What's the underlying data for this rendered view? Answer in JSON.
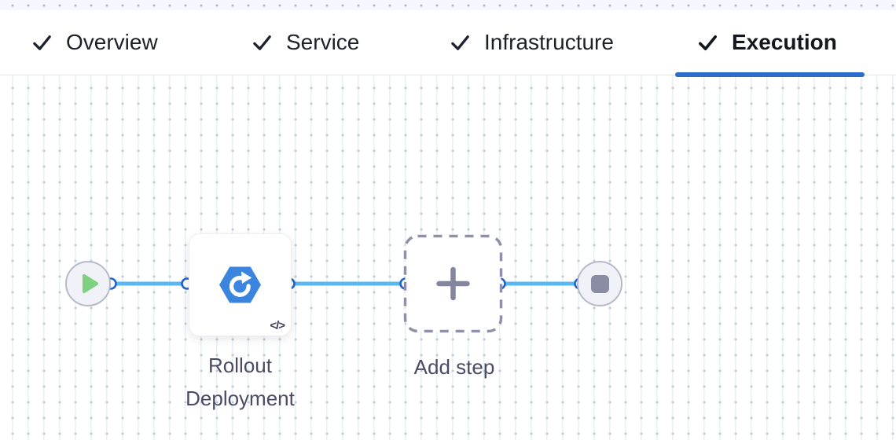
{
  "tabs": {
    "items": [
      {
        "label": "Overview",
        "completed": true,
        "active": false
      },
      {
        "label": "Service",
        "completed": true,
        "active": false
      },
      {
        "label": "Infrastructure",
        "completed": true,
        "active": false
      },
      {
        "label": "Execution",
        "completed": true,
        "active": true
      }
    ]
  },
  "pipeline": {
    "start_node": {
      "icon": "play-icon"
    },
    "steps": [
      {
        "label": "Rollout Deployment",
        "icon": "k8s-rollout-icon",
        "code_badge": "</>"
      }
    ],
    "add_step": {
      "label": "Add step",
      "icon": "plus-icon"
    },
    "end_node": {
      "icon": "stop-icon"
    }
  },
  "colors": {
    "active_tab_underline": "#2d6ccb",
    "edge_blue": "#58b8f1",
    "port_ring_blue": "#2463cc",
    "step_icon_blue": "#3b85de",
    "play_green": "#7ed181",
    "stop_gray": "#8b8da4",
    "dashed_border_gray": "#8f91a9"
  }
}
